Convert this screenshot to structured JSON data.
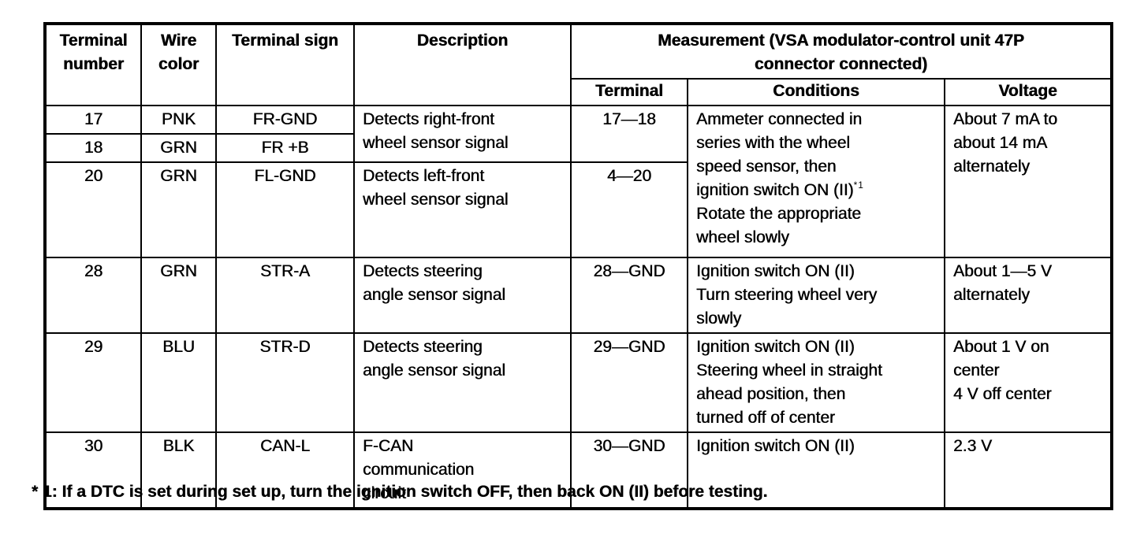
{
  "table": {
    "headers": {
      "terminal_number": "Terminal\nnumber",
      "wire_color": "Wire\ncolor",
      "terminal_sign": "Terminal sign",
      "description": "Description",
      "measurement": "Measurement (VSA modulator-control unit 47P\nconnector connected)",
      "sub_terminal": "Terminal",
      "sub_conditions": "Conditions",
      "sub_voltage": "Voltage"
    },
    "wheel_group": {
      "rows": [
        {
          "terminal": "17",
          "wire": "PNK",
          "sign": "FR-GND"
        },
        {
          "terminal": "18",
          "wire": "GRN",
          "sign": "FR +B"
        },
        {
          "terminal": "20",
          "wire": "GRN",
          "sign": "FL-GND"
        }
      ],
      "description_right_front": "Detects right-front\nwheel sensor signal",
      "description_left_front": "Detects left-front\nwheel sensor signal",
      "meas_terminal_17_18": "17—18",
      "meas_terminal_4_20": "4—20",
      "conditions_before_sup": "Ammeter connected in\nseries with the wheel\nspeed sensor, then\nignition switch ON (II)",
      "conditions_sup": "*1",
      "conditions_after_sup": "\nRotate the appropriate\nwheel slowly",
      "voltage": "About 7 mA to\nabout 14 mA\nalternately"
    },
    "row_28": {
      "terminal": "28",
      "wire": "GRN",
      "sign": "STR-A",
      "description": "Detects steering\nangle sensor signal",
      "meas_terminal": "28—GND",
      "conditions": "Ignition switch ON (II)\nTurn steering wheel very\nslowly",
      "voltage": "About 1—5 V\nalternately"
    },
    "row_29": {
      "terminal": "29",
      "wire": "BLU",
      "sign": "STR-D",
      "description": "Detects steering\nangle sensor signal",
      "meas_terminal": "29—GND",
      "conditions": "Ignition switch ON (II)\nSteering wheel in straight\nahead position, then\nturned off of center",
      "voltage": "About 1 V on\ncenter\n4 V off center"
    },
    "row_30": {
      "terminal": "30",
      "wire": "BLK",
      "sign": "CAN-L",
      "description": "F-CAN\ncommunication\ncircuit",
      "meas_terminal": "30—GND",
      "conditions": "Ignition switch ON (II)",
      "voltage": "2.3 V"
    }
  },
  "footnote": "* 1: If a DTC is set during set up, turn the ignition switch OFF, then back ON (II) before testing."
}
